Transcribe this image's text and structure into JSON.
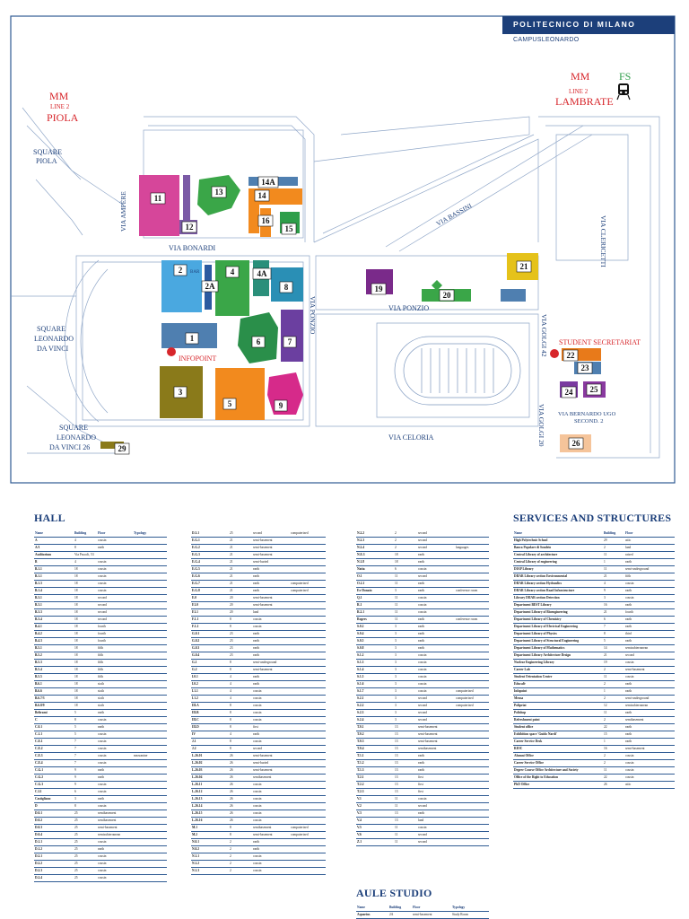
{
  "header": {
    "institution": "POLITECNICO DI MILANO",
    "campus": "CAMPUSLEONARDO"
  },
  "colors": {
    "border": "#2f5b93",
    "navy": "#1c3f7a",
    "red": "#d7262b",
    "green": "#2e9e4a"
  },
  "map": {
    "transit": {
      "mm_left": "MM",
      "line_left": "LINE 2",
      "station_left": "PIOLA",
      "mm_right": "MM",
      "fs_right": "FS",
      "line_right": "LINE 2",
      "station_right": "LAMBRATE",
      "train_icon": "train-icon"
    },
    "streets": {
      "square_piola": [
        "SQUARE",
        "PIOLA"
      ],
      "via_ampere": "VIA AMPÈRE",
      "via_bonardi": "VIA BONARDI",
      "via_bassini": "VIA BASSINI",
      "via_clericetti": "VIA CLERICETTI",
      "via_ponzio_vertical": "VIA PONZIO",
      "via_ponzio": "VIA PONZIO",
      "via_golgi_42": "VIA GOLGI 42",
      "via_golgi_20": "VIA GOLGI 20",
      "via_celoria": "VIA CELORIA",
      "square_leonardo": [
        "SQUARE",
        "LEONARDO",
        "DA VINCI"
      ],
      "square_leonardo_26": [
        "SQUARE",
        "LEONARDO",
        "DA VINCI 26"
      ],
      "via_bernardo": [
        "VIA BERNARDO UGO",
        "SECOND. 2"
      ]
    },
    "labels": {
      "student_secretariat": "STUDENT SECRETARIAT",
      "infopoint": "INFOPOINT",
      "bar": "BAR"
    },
    "buildings": [
      {
        "id": "11",
        "color": "#d6469a"
      },
      {
        "id": "12",
        "color": "#7b5aa6"
      },
      {
        "id": "13",
        "color": "#3aa648"
      },
      {
        "id": "14A",
        "color": "#4f7fb0"
      },
      {
        "id": "14",
        "color": "#f28a1e"
      },
      {
        "id": "16",
        "color": "#f28a1e"
      },
      {
        "id": "15",
        "color": "#2e9e4a"
      },
      {
        "id": "2",
        "color": "#4aa8e0"
      },
      {
        "id": "2A",
        "color": "#2c5aa0"
      },
      {
        "id": "4",
        "color": "#3aa648"
      },
      {
        "id": "4A",
        "color": "#2a8f7a"
      },
      {
        "id": "8",
        "color": "#2a8fb5"
      },
      {
        "id": "1",
        "color": "#4f7fb0"
      },
      {
        "id": "6",
        "color": "#2a8f4a"
      },
      {
        "id": "7",
        "color": "#6b3fa0"
      },
      {
        "id": "3",
        "color": "#8a7a1a"
      },
      {
        "id": "5",
        "color": "#f28a1e"
      },
      {
        "id": "9",
        "color": "#d62a8a"
      },
      {
        "id": "19",
        "color": "#7a2a8a"
      },
      {
        "id": "20",
        "color": "#3aa648"
      },
      {
        "id": "21",
        "color": "#e5c21a"
      },
      {
        "id": "22",
        "color": "#e87a1a"
      },
      {
        "id": "23",
        "color": "#4f7fb0"
      },
      {
        "id": "24",
        "color": "#7a3aa0"
      },
      {
        "id": "25",
        "color": "#8a3aa0"
      },
      {
        "id": "26",
        "color": "#f5c49a"
      },
      {
        "id": "29",
        "color": "#8a7a1a"
      }
    ]
  },
  "hall": {
    "title": "HALL",
    "columns": [
      "Name",
      "Building",
      "Floor",
      "Typology"
    ],
    "rows": [
      [
        "A",
        "4",
        "cousin",
        ""
      ],
      [
        "A/1",
        "8",
        "earth",
        ""
      ],
      [
        "Auditorium",
        "Via Pascoli, 53",
        "",
        ""
      ],
      [
        "B",
        "4",
        "cousin",
        ""
      ],
      [
        "B.1.1",
        "18",
        "cousin",
        ""
      ],
      [
        "B.1.1",
        "18",
        "cousin",
        ""
      ],
      [
        "B.1.3",
        "18",
        "cousin",
        ""
      ],
      [
        "B.1.4",
        "18",
        "cousin",
        ""
      ],
      [
        "B.3.1",
        "18",
        "second",
        ""
      ],
      [
        "B.3.1",
        "18",
        "second",
        ""
      ],
      [
        "B.3.3",
        "18",
        "second",
        ""
      ],
      [
        "B.3.4",
        "18",
        "second",
        ""
      ],
      [
        "B.4.1",
        "18",
        "fourth",
        ""
      ],
      [
        "B.4.2",
        "18",
        "fourth",
        ""
      ],
      [
        "B.4.3",
        "18",
        "fourth",
        ""
      ],
      [
        "B.5.1",
        "18",
        "fifth",
        ""
      ],
      [
        "B.5.2",
        "18",
        "fifth",
        ""
      ],
      [
        "B.5.3",
        "18",
        "fifth",
        ""
      ],
      [
        "B.5.4",
        "18",
        "fifth",
        ""
      ],
      [
        "B.5.5",
        "18",
        "fifth",
        ""
      ],
      [
        "B.6.1",
        "18",
        "sixth",
        ""
      ],
      [
        "B.6.6",
        "18",
        "sixth",
        ""
      ],
      [
        "B.6.7/3",
        "18",
        "sixth",
        ""
      ],
      [
        "B.6.8/9",
        "18",
        "sixth",
        ""
      ],
      [
        "Beltrami",
        "5",
        "earth",
        ""
      ],
      [
        "C",
        "8",
        "cousin",
        ""
      ],
      [
        "C.0.1",
        "5",
        "earth",
        ""
      ],
      [
        "C.1.1",
        "5",
        "cousin",
        ""
      ],
      [
        "C.E.1",
        "7",
        "cousin",
        ""
      ],
      [
        "C.E.2",
        "7",
        "cousin",
        ""
      ],
      [
        "C.E.3",
        "7",
        "cousin",
        "mezzanine"
      ],
      [
        "C.E.4",
        "7",
        "cousin",
        ""
      ],
      [
        "C.G.1",
        "9",
        "earth",
        ""
      ],
      [
        "C.G.2",
        "9",
        "earth",
        ""
      ],
      [
        "C.G.3",
        "9",
        "cousin",
        ""
      ],
      [
        "C.I.1",
        "6",
        "cousin",
        ""
      ],
      [
        "Castigliano",
        "3",
        "earth",
        ""
      ],
      [
        "D",
        "8",
        "cousin",
        ""
      ],
      [
        "D.0.1",
        "25",
        "semibasement",
        ""
      ],
      [
        "D.0.2",
        "25",
        "semibasement",
        ""
      ],
      [
        "D.0.3",
        "25",
        "semi-basement",
        ""
      ],
      [
        "D.0.4",
        "25",
        "semisubterranean",
        ""
      ],
      [
        "D.1.1",
        "25",
        "cousin",
        ""
      ],
      [
        "D.1.2",
        "25",
        "earth",
        ""
      ],
      [
        "D.2.1",
        "25",
        "cousin",
        ""
      ],
      [
        "D.2.2",
        "25",
        "cousin",
        ""
      ],
      [
        "D.2.3",
        "25",
        "cousin",
        ""
      ],
      [
        "D.2.4",
        "25",
        "cousin",
        ""
      ]
    ]
  },
  "hall_cont": {
    "rows": [
      [
        "D.3.1",
        "25",
        "second",
        "computerized"
      ],
      [
        "E.G.1",
        "21",
        "semi-basement",
        ""
      ],
      [
        "E.G.2",
        "21",
        "semi-basement",
        ""
      ],
      [
        "E.G.3",
        "21",
        "semi-basement",
        ""
      ],
      [
        "E.G.4",
        "21",
        "semi-buried",
        ""
      ],
      [
        "E.G.5",
        "21",
        "earth",
        ""
      ],
      [
        "E.G.6",
        "21",
        "earth",
        ""
      ],
      [
        "E.G.7",
        "21",
        "earth",
        "computerized"
      ],
      [
        "E.G.8",
        "21",
        "earth",
        "computerized"
      ],
      [
        "E.0",
        "20",
        "semi-basement",
        ""
      ],
      [
        "E1.0",
        "20",
        "semi-basement",
        ""
      ],
      [
        "E1.1",
        "20",
        "land",
        ""
      ],
      [
        "F.1.1",
        "8",
        "cousin",
        ""
      ],
      [
        "F.1.2",
        "8",
        "cousin",
        ""
      ],
      [
        "G.0.1",
        "23",
        "earth",
        ""
      ],
      [
        "G.0.2",
        "23",
        "earth",
        ""
      ],
      [
        "G.0.3",
        "23",
        "earth",
        ""
      ],
      [
        "G.0.4",
        "23",
        "earth",
        ""
      ],
      [
        "G.1",
        "8",
        "semi-underground",
        ""
      ],
      [
        "G.2",
        "8",
        "semi-basement",
        ""
      ],
      [
        "I.0.1",
        "4",
        "earth",
        ""
      ],
      [
        "I.0.2",
        "4",
        "earth",
        ""
      ],
      [
        "I.1.1",
        "4",
        "cousin",
        ""
      ],
      [
        "I.1.2",
        "4",
        "cousin",
        ""
      ],
      [
        "III.A",
        "8",
        "cousin",
        ""
      ],
      [
        "III.B",
        "8",
        "cousin",
        ""
      ],
      [
        "III.C",
        "8",
        "cousin",
        ""
      ],
      [
        "III.D",
        "8",
        "first",
        ""
      ],
      [
        "IV",
        "4",
        "earth",
        ""
      ],
      [
        "J.1",
        "8",
        "cousin",
        ""
      ],
      [
        "J.2",
        "8",
        "second",
        ""
      ],
      [
        "L.26.01",
        "26",
        "semi-basement",
        ""
      ],
      [
        "L.26.02",
        "26",
        "semi-buried",
        ""
      ],
      [
        "L.26.03",
        "26",
        "semi-basement",
        ""
      ],
      [
        "L.26.04",
        "26",
        "semibasement",
        ""
      ],
      [
        "L.26.11",
        "26",
        "cousin",
        ""
      ],
      [
        "L.26.12",
        "26",
        "cousin",
        ""
      ],
      [
        "L.26.13",
        "26",
        "cousin",
        ""
      ],
      [
        "L.26.14",
        "26",
        "cousin",
        ""
      ],
      [
        "L.26.15",
        "26",
        "cousin",
        ""
      ],
      [
        "L.26.16",
        "26",
        "cousin",
        ""
      ],
      [
        "M.1",
        "8",
        "semibasement",
        "computerized"
      ],
      [
        "M.2",
        "8",
        "semi-basement",
        "computerized"
      ],
      [
        "N.0.1",
        "2",
        "earth",
        ""
      ],
      [
        "N.0.2",
        "2",
        "earth",
        ""
      ],
      [
        "N.1.1",
        "2",
        "cousin",
        ""
      ],
      [
        "N.1.2",
        "2",
        "cousin",
        ""
      ],
      [
        "N.1.3",
        "2",
        "cousin",
        ""
      ]
    ]
  },
  "hall_cont2": {
    "rows": [
      [
        "N.2.2",
        "2",
        "second",
        ""
      ],
      [
        "N.2.3",
        "2",
        "second",
        ""
      ],
      [
        "N.2.4",
        "2",
        "second",
        "languages"
      ],
      [
        "N.E.3",
        "18",
        "earth",
        ""
      ],
      [
        "N.1.8",
        "18",
        "earth",
        ""
      ],
      [
        "Natta",
        "6",
        "cousin",
        ""
      ],
      [
        "O.1",
        "11",
        "second",
        ""
      ],
      [
        "O.2.1",
        "11",
        "earth",
        ""
      ],
      [
        "Ex-Donato",
        "3",
        "earth",
        "conference room"
      ],
      [
        "Q.1",
        "11",
        "cousin",
        ""
      ],
      [
        "R.1",
        "11",
        "cousin",
        ""
      ],
      [
        "R.2.1",
        "11",
        "cousin",
        ""
      ],
      [
        "Rogers",
        "11",
        "earth",
        "conference room"
      ],
      [
        "S.0.2",
        "3",
        "earth",
        ""
      ],
      [
        "S.0.4",
        "3",
        "earth",
        ""
      ],
      [
        "S.0.5",
        "3",
        "earth",
        ""
      ],
      [
        "S.0.8",
        "3",
        "earth",
        ""
      ],
      [
        "S.1.2",
        "3",
        "cousin",
        ""
      ],
      [
        "S.1.3",
        "3",
        "cousin",
        ""
      ],
      [
        "S.1.4",
        "3",
        "cousin",
        ""
      ],
      [
        "S.1.5",
        "3",
        "cousin",
        ""
      ],
      [
        "S.1.6",
        "3",
        "cousin",
        ""
      ],
      [
        "S.1.7",
        "3",
        "cousin",
        "computerized"
      ],
      [
        "S.2.1",
        "3",
        "second",
        "computerized"
      ],
      [
        "S.2.2",
        "3",
        "second",
        "computerized"
      ],
      [
        "S.2.3",
        "3",
        "second",
        ""
      ],
      [
        "S.2.4",
        "3",
        "second",
        ""
      ],
      [
        "T.0.1",
        "13",
        "semi-basement",
        ""
      ],
      [
        "T.0.2",
        "13",
        "semi-basement",
        ""
      ],
      [
        "T.0.3",
        "13",
        "semi-basement",
        ""
      ],
      [
        "T.0.4",
        "13",
        "semibasement",
        ""
      ],
      [
        "T.1.1",
        "13",
        "earth",
        ""
      ],
      [
        "T.1.2",
        "13",
        "earth",
        ""
      ],
      [
        "T.1.3",
        "13",
        "earth",
        ""
      ],
      [
        "T.2.1",
        "13",
        "first",
        ""
      ],
      [
        "T.2.2",
        "13",
        "first",
        ""
      ],
      [
        "T.2.3",
        "13",
        "first",
        ""
      ],
      [
        "V.1",
        "11",
        "cousin",
        ""
      ],
      [
        "V.2",
        "11",
        "second",
        ""
      ],
      [
        "V.3",
        "13",
        "earth",
        ""
      ],
      [
        "V.4",
        "13",
        "land",
        ""
      ],
      [
        "V.5",
        "11",
        "cousin",
        ""
      ],
      [
        "V.6",
        "11",
        "second",
        ""
      ],
      [
        "Z.1",
        "11",
        "second",
        ""
      ]
    ]
  },
  "aule_studio": {
    "title": "AULE STUDIO",
    "columns": [
      "Name",
      "Building",
      "Floor",
      "Typology"
    ],
    "rows": [
      [
        "Aquarius",
        "2A",
        "semi-basement",
        "Study Room"
      ]
    ]
  },
  "services": {
    "title": "SERVICES AND STRUCTURES",
    "columns": [
      "Name",
      "Building",
      "Floor"
    ],
    "rows": [
      [
        "High Polytechnic School",
        "29",
        "attic"
      ],
      [
        "Banca Popolare di Sondrio",
        "2",
        "land"
      ],
      [
        "Central Library of architecture",
        "11",
        "raised"
      ],
      [
        "Central Library of engineering",
        "1",
        "earth"
      ],
      [
        "DIAP Library",
        "11",
        "semi-underground"
      ],
      [
        "DIIAR Library section Environmental",
        "21",
        "fifth"
      ],
      [
        "DIIAR Library section Hydraulics",
        "4",
        "cousin"
      ],
      [
        "DIIAR Library section Road Infrastructure",
        "9",
        "earth"
      ],
      [
        "Library DIIAR section Detection",
        "3",
        "cousin"
      ],
      [
        "Department BEST Library",
        "16",
        "earth"
      ],
      [
        "Department Library of Bioengineering",
        "21",
        "fourth"
      ],
      [
        "Department Library of Chemistry",
        "6",
        "earth"
      ],
      [
        "Department Library of Electrical Engineering",
        "7",
        "earth"
      ],
      [
        "Department Library of Physics",
        "8",
        "third"
      ],
      [
        "Department Library of Structural Engineering",
        "5",
        "earth"
      ],
      [
        "Department Library of Mathematics",
        "14",
        "semisubterranean"
      ],
      [
        "Department Library Architecture Design",
        "21",
        "second"
      ],
      [
        "Nuclear Engineering Library",
        "19",
        "cousin"
      ],
      [
        "Career Lab",
        "2",
        "semi-basement"
      ],
      [
        "Student Orientation Center",
        "11",
        "cousin"
      ],
      [
        "Educafè",
        "2",
        "earth"
      ],
      [
        "Infopoint",
        "1",
        "earth"
      ],
      [
        "Mensa",
        "2",
        "semi-underground"
      ],
      [
        "Polipriat",
        "12",
        "semisubterranean"
      ],
      [
        "Polishop",
        "11",
        "earth"
      ],
      [
        "Refreshment point",
        "2",
        "semibasement"
      ],
      [
        "Student office",
        "22",
        "earth"
      ],
      [
        "Exhibition space 'Guido Nardi'",
        "15",
        "earth"
      ],
      [
        "Career Service Desk",
        "1",
        "earth"
      ],
      [
        "RIOC",
        "16",
        "semi-basement"
      ],
      [
        "Alumni Office",
        "2",
        "cousin"
      ],
      [
        "Career Service Office",
        "2",
        "cousin"
      ],
      [
        "Degree Course Office Architecture and Society",
        "11",
        "cousin"
      ],
      [
        "Office of the Right to Education",
        "22",
        "cousin"
      ],
      [
        "PhD Office",
        "26",
        "attic"
      ]
    ]
  }
}
